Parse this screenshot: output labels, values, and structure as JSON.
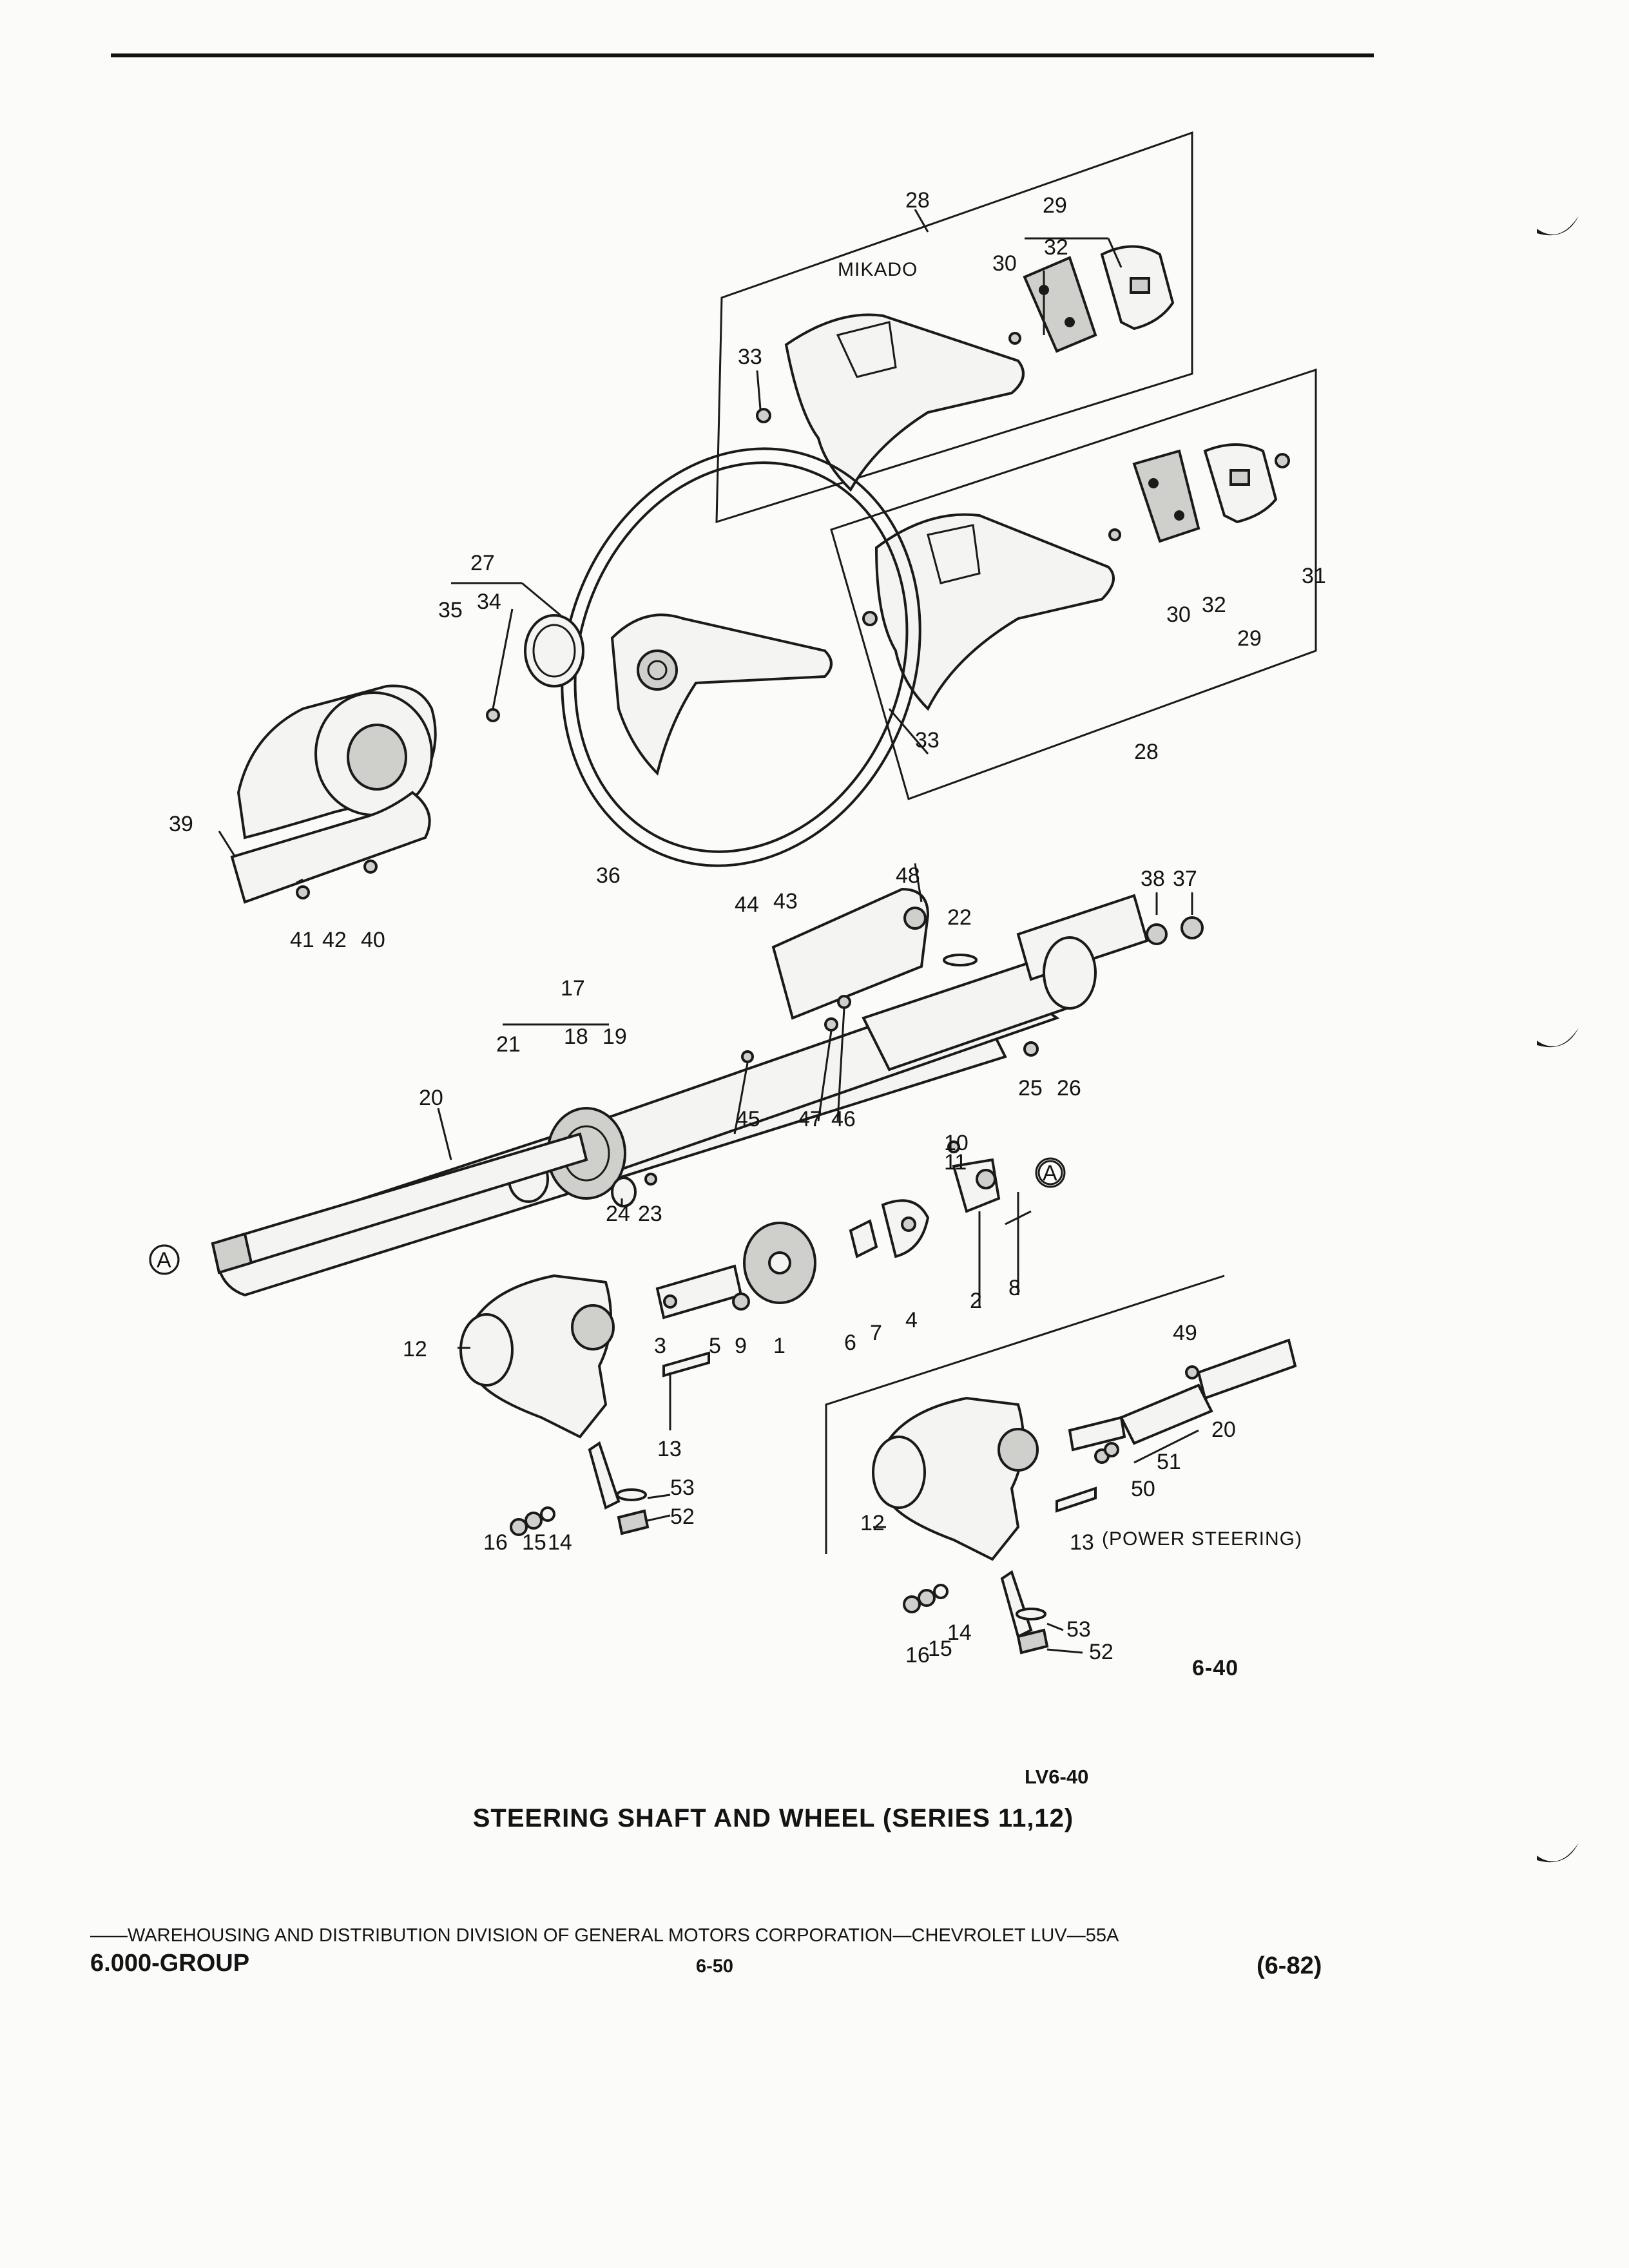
{
  "figure": {
    "caption": "STEERING SHAFT AND WHEEL (SERIES 11,12)",
    "code": "LV6-40",
    "number": "6-40"
  },
  "labels": {
    "mikado": "MIKADO",
    "power_steering": "(POWER STEERING)",
    "connector": "A"
  },
  "callouts": {
    "c1": "1",
    "c2": "2",
    "c3": "3",
    "c4": "4",
    "c5": "5",
    "c6": "6",
    "c7": "7",
    "c8": "8",
    "c9": "9",
    "c10": "10",
    "c11": "11",
    "c12": "12",
    "c13": "13",
    "c14": "14",
    "c15": "15",
    "c16": "16",
    "c17": "17",
    "c18": "18",
    "c19": "19",
    "c20": "20",
    "c21": "21",
    "c22": "22",
    "c23": "23",
    "c24": "24",
    "c25": "25",
    "c26": "26",
    "c27": "27",
    "c28": "28",
    "c29": "29",
    "c30": "30",
    "c31": "31",
    "c32": "32",
    "c33": "33",
    "c34": "34",
    "c35": "35",
    "c36": "36",
    "c37": "37",
    "c38": "38",
    "c39": "39",
    "c40": "40",
    "c41": "41",
    "c42": "42",
    "c43": "43",
    "c44": "44",
    "c45": "45",
    "c46": "46",
    "c47": "47",
    "c48": "48",
    "c49": "49",
    "c50": "50",
    "c51": "51",
    "c52": "52",
    "c53": "53"
  },
  "footer": {
    "line": "——WAREHOUSING AND DISTRIBUTION  DIVISION OF GENERAL MOTORS CORPORATION—CHEVROLET LUV—55A",
    "group": "6.000-GROUP",
    "page": "6-50",
    "date": "(6-82)"
  }
}
